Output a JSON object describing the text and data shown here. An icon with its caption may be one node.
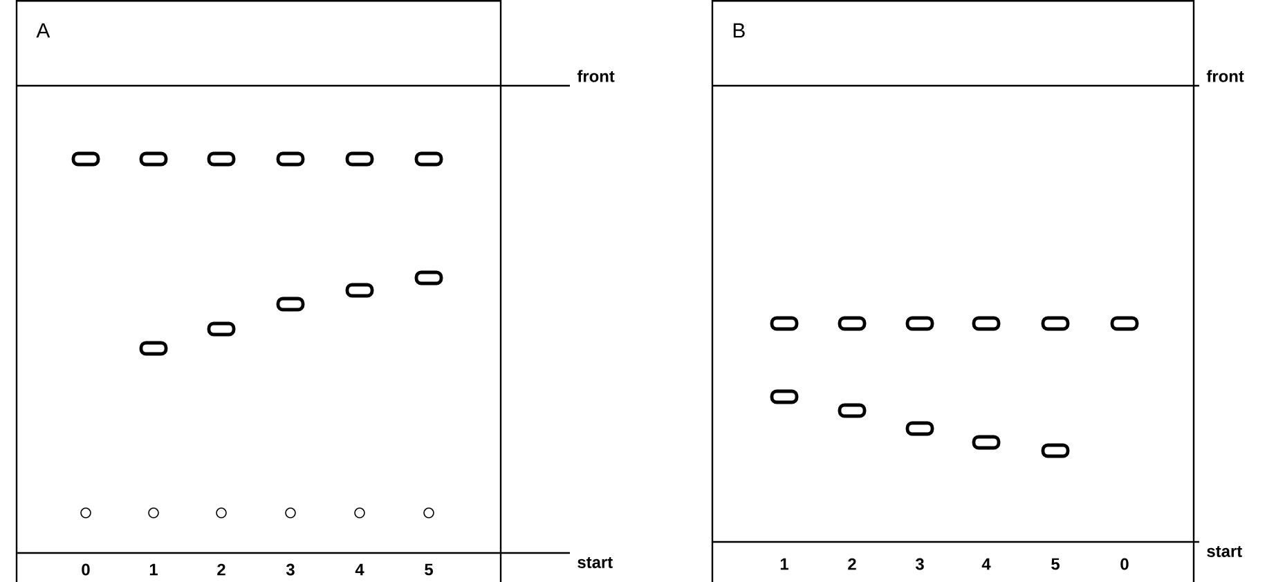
{
  "diagram": {
    "labels": [
      "A",
      "front",
      "B",
      "front",
      "start",
      "start",
      "0",
      "1",
      "2",
      "3",
      "4",
      "5",
      "1",
      "2",
      "3",
      "4",
      "5",
      "0"
    ]
  }
}
